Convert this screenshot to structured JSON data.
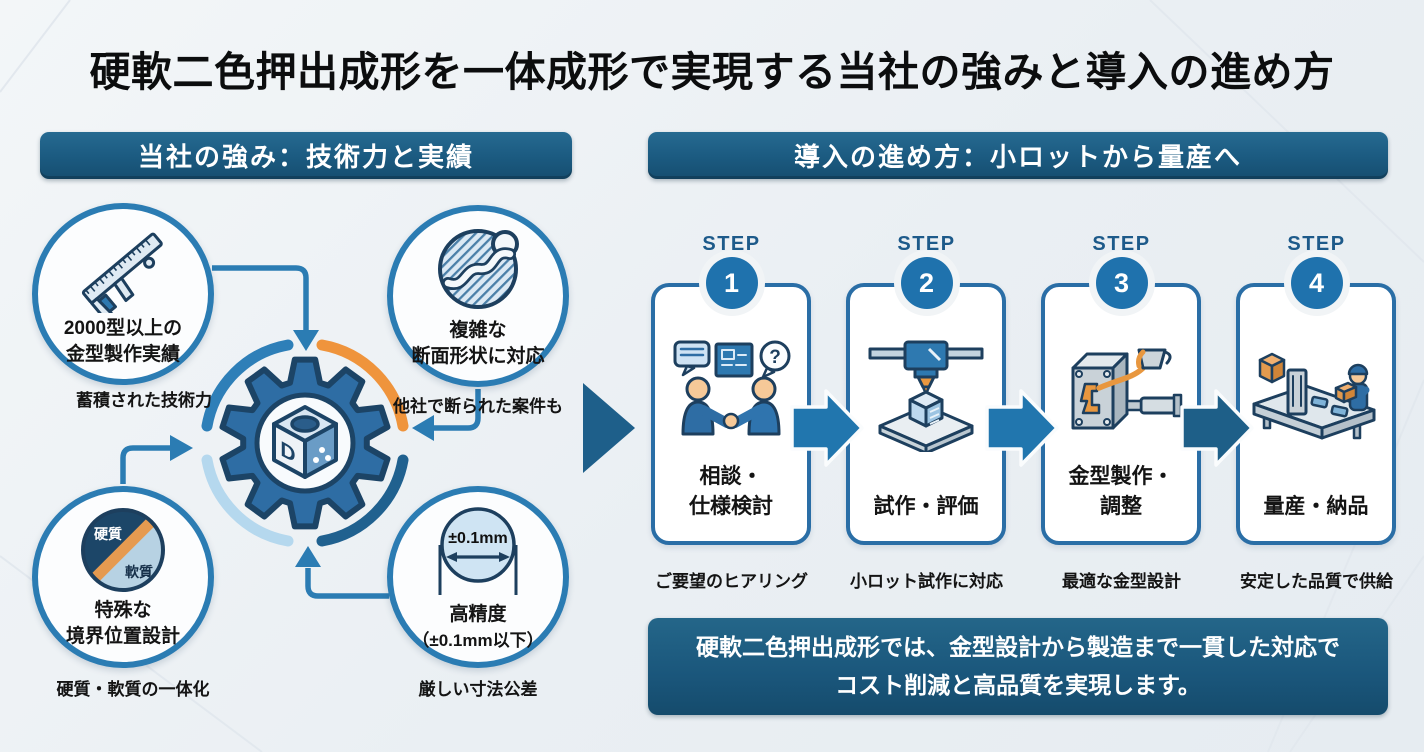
{
  "title": "硬軟二色押出成形を一体成形で実現する当社の強みと導入の進め方",
  "strengths": {
    "header": "当社の強み：技術力と実績",
    "items": [
      {
        "title": "2000型以上の\n金型製作実績",
        "caption": "蓄積された技術力"
      },
      {
        "title": "複雑な\n断面形状に対応",
        "caption": "他社で断られた案件も"
      },
      {
        "title": "特殊な\n境界位置設計",
        "caption": "硬質・軟質の一体化"
      },
      {
        "title": "高精度",
        "title2": "（±0.1mm以下）",
        "caption": "厳しい寸法公差"
      }
    ],
    "icon_labels": {
      "hard": "硬質",
      "soft": "軟質",
      "tolerance": "±0.1mm",
      "question": "?",
      "center_letter": "D"
    }
  },
  "process": {
    "header": "導入の進め方：小ロットから量産へ",
    "step_label": "STEP",
    "steps": [
      {
        "number": "1",
        "title": "相談・\n仕様検討",
        "caption": "ご要望のヒアリング"
      },
      {
        "number": "2",
        "title": "試作・評価",
        "caption": "小ロット試作に対応"
      },
      {
        "number": "3",
        "title": "金型製作・\n調整",
        "caption": "最適な金型設計"
      },
      {
        "number": "4",
        "title": "量産・納品",
        "caption": "安定した品質で供給"
      }
    ],
    "footer": "硬軟二色押出成形では、金型設計から製造まで一貫した対応で\nコスト削減と高品質を実現します。"
  },
  "colors": {
    "banner": "#1b5a80",
    "accent_blue": "#2b7cb3",
    "step_circle": "#1f72ad",
    "arrow_blue": "#2176ae",
    "dark_navy": "#1c4466",
    "orange": "#ef943c",
    "light_blue_arc": "#b5d8ee",
    "background": "#eef1f4"
  }
}
